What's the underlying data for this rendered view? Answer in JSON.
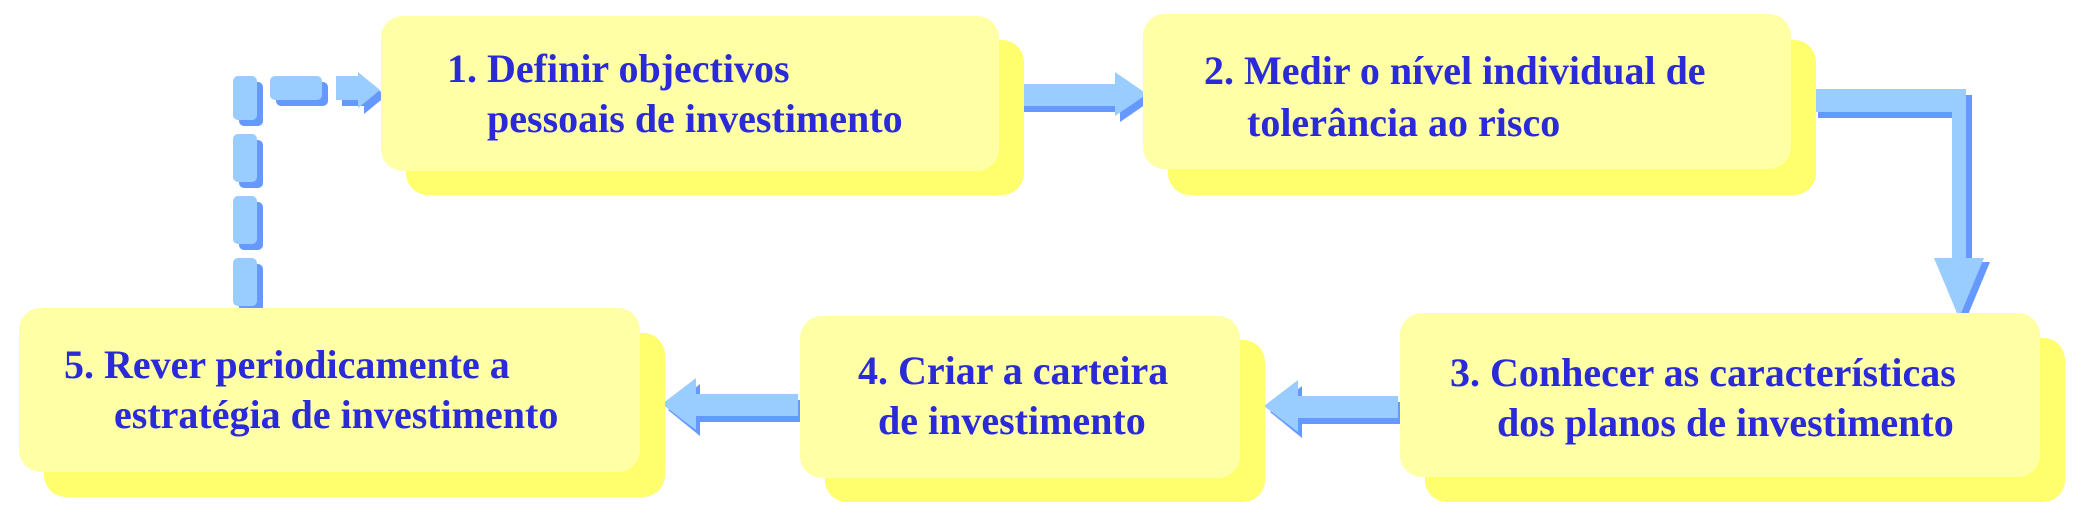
{
  "colors": {
    "box_fill": "#ffffa6",
    "box_shadow": "#ffff6e",
    "text": "#2a2ad8",
    "arrow": "#99ccff",
    "arrow_shadow": "#6699ff"
  },
  "steps": [
    {
      "line1": "1. Definir objectivos",
      "line2": "pessoais de investimento"
    },
    {
      "line1": "2. Medir o nível individual de",
      "line2": "tolerância ao risco"
    },
    {
      "line1": "3. Conhecer as características",
      "line2": "dos planos de investimento"
    },
    {
      "line1": "4. Criar a carteira",
      "line2": "de investimento"
    },
    {
      "line1": "5. Rever periodicamente a",
      "line2": "estratégia de investimento"
    }
  ]
}
